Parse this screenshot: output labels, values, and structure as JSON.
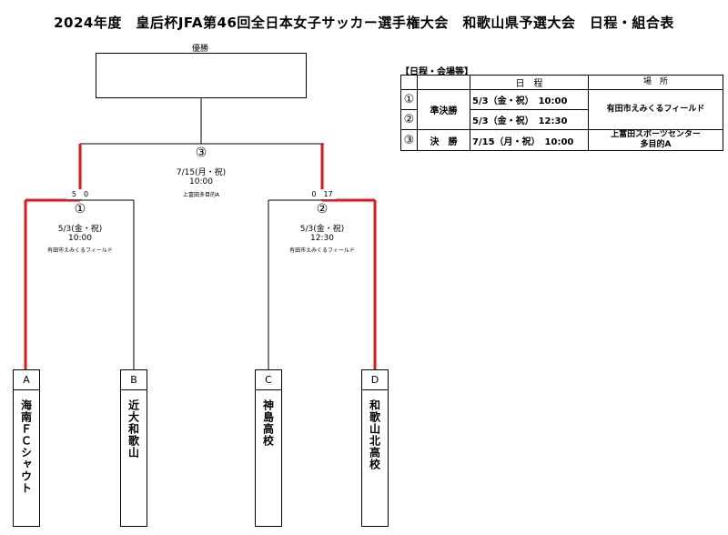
{
  "title": "2024年度　皇后杯JFA第46回全日本女子サッカー選手権大会　和歌山県予選大会　日程・組合表",
  "final": {
    "winner_label": "優勝",
    "match_no": "③",
    "date": "7/15(月・祝)",
    "time": "10:00",
    "venue": "上富田多目的A"
  },
  "semi_left": {
    "match_no": "①",
    "date": "5/3(金・祝)",
    "time": "10:00",
    "venue": "有田市えみくるフィールド",
    "score": "5　0"
  },
  "semi_right": {
    "match_no": "②",
    "date": "5/3(金・祝)",
    "time": "12:30",
    "venue": "有田市えみくるフィールド",
    "score": "0　17"
  },
  "teams": [
    {
      "letter": "A",
      "name": "海南ＦＣシャウト"
    },
    {
      "letter": "B",
      "name": "近大和歌山"
    },
    {
      "letter": "C",
      "name": "神島高校"
    },
    {
      "letter": "D",
      "name": "和歌山北高校"
    }
  ],
  "schedule": {
    "heading": "【日程・会場等】",
    "col_date": "日　程",
    "col_venue": "場　所",
    "rows": [
      {
        "no": "①",
        "round": "準決勝",
        "date": "5/3（金・祝）　10:00",
        "venue": "有田市えみくるフィールド"
      },
      {
        "no": "②",
        "round": "準決勝",
        "date": "5/3（金・祝）　12:30",
        "venue": "有田市えみくるフィールド"
      },
      {
        "no": "③",
        "round": "決　勝",
        "date": "7/15（月・祝）　10:00",
        "venue_line1": "上富田スポーツセンター",
        "venue_line2": "多目的A"
      }
    ]
  },
  "colors": {
    "winner_line": "#e8141c",
    "line": "#000000"
  }
}
